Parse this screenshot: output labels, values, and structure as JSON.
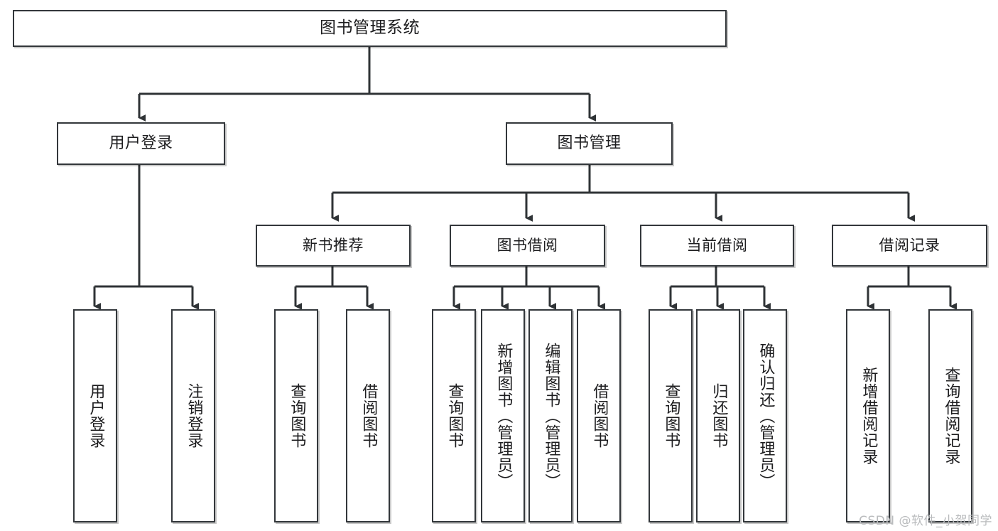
{
  "diagram": {
    "title": "图书管理系统",
    "watermark": "CSDN @软件_小贺同学",
    "colors": {
      "background": "#ffffff",
      "box_border": "#33373b",
      "box_fill": "#ffffff",
      "connector": "#2f3336",
      "text": "#1d1d1f",
      "watermark": "#b9bbbd"
    },
    "root": {
      "label": "图书管理系统"
    },
    "level2": [
      {
        "label": "用户登录"
      },
      {
        "label": "图书管理"
      }
    ],
    "level3": [
      {
        "label": "新书推荐"
      },
      {
        "label": "图书借阅"
      },
      {
        "label": "当前借阅"
      },
      {
        "label": "借阅记录"
      }
    ],
    "leaves": {
      "user_login": [
        {
          "label": "用户登录"
        },
        {
          "label": "注销登录"
        }
      ],
      "new_book": [
        {
          "label": "查询图书"
        },
        {
          "label": "借阅图书"
        }
      ],
      "book_borrow": [
        {
          "label": "查询图书"
        },
        {
          "label": "新增图书（管理员）"
        },
        {
          "label": "编辑图书（管理员）"
        },
        {
          "label": "借阅图书"
        }
      ],
      "current_borrow": [
        {
          "label": "查询图书"
        },
        {
          "label": "归还图书"
        },
        {
          "label": "确认归还（管理员）"
        }
      ],
      "borrow_record": [
        {
          "label": "新增借阅记录"
        },
        {
          "label": "查询借阅记录"
        }
      ]
    }
  }
}
